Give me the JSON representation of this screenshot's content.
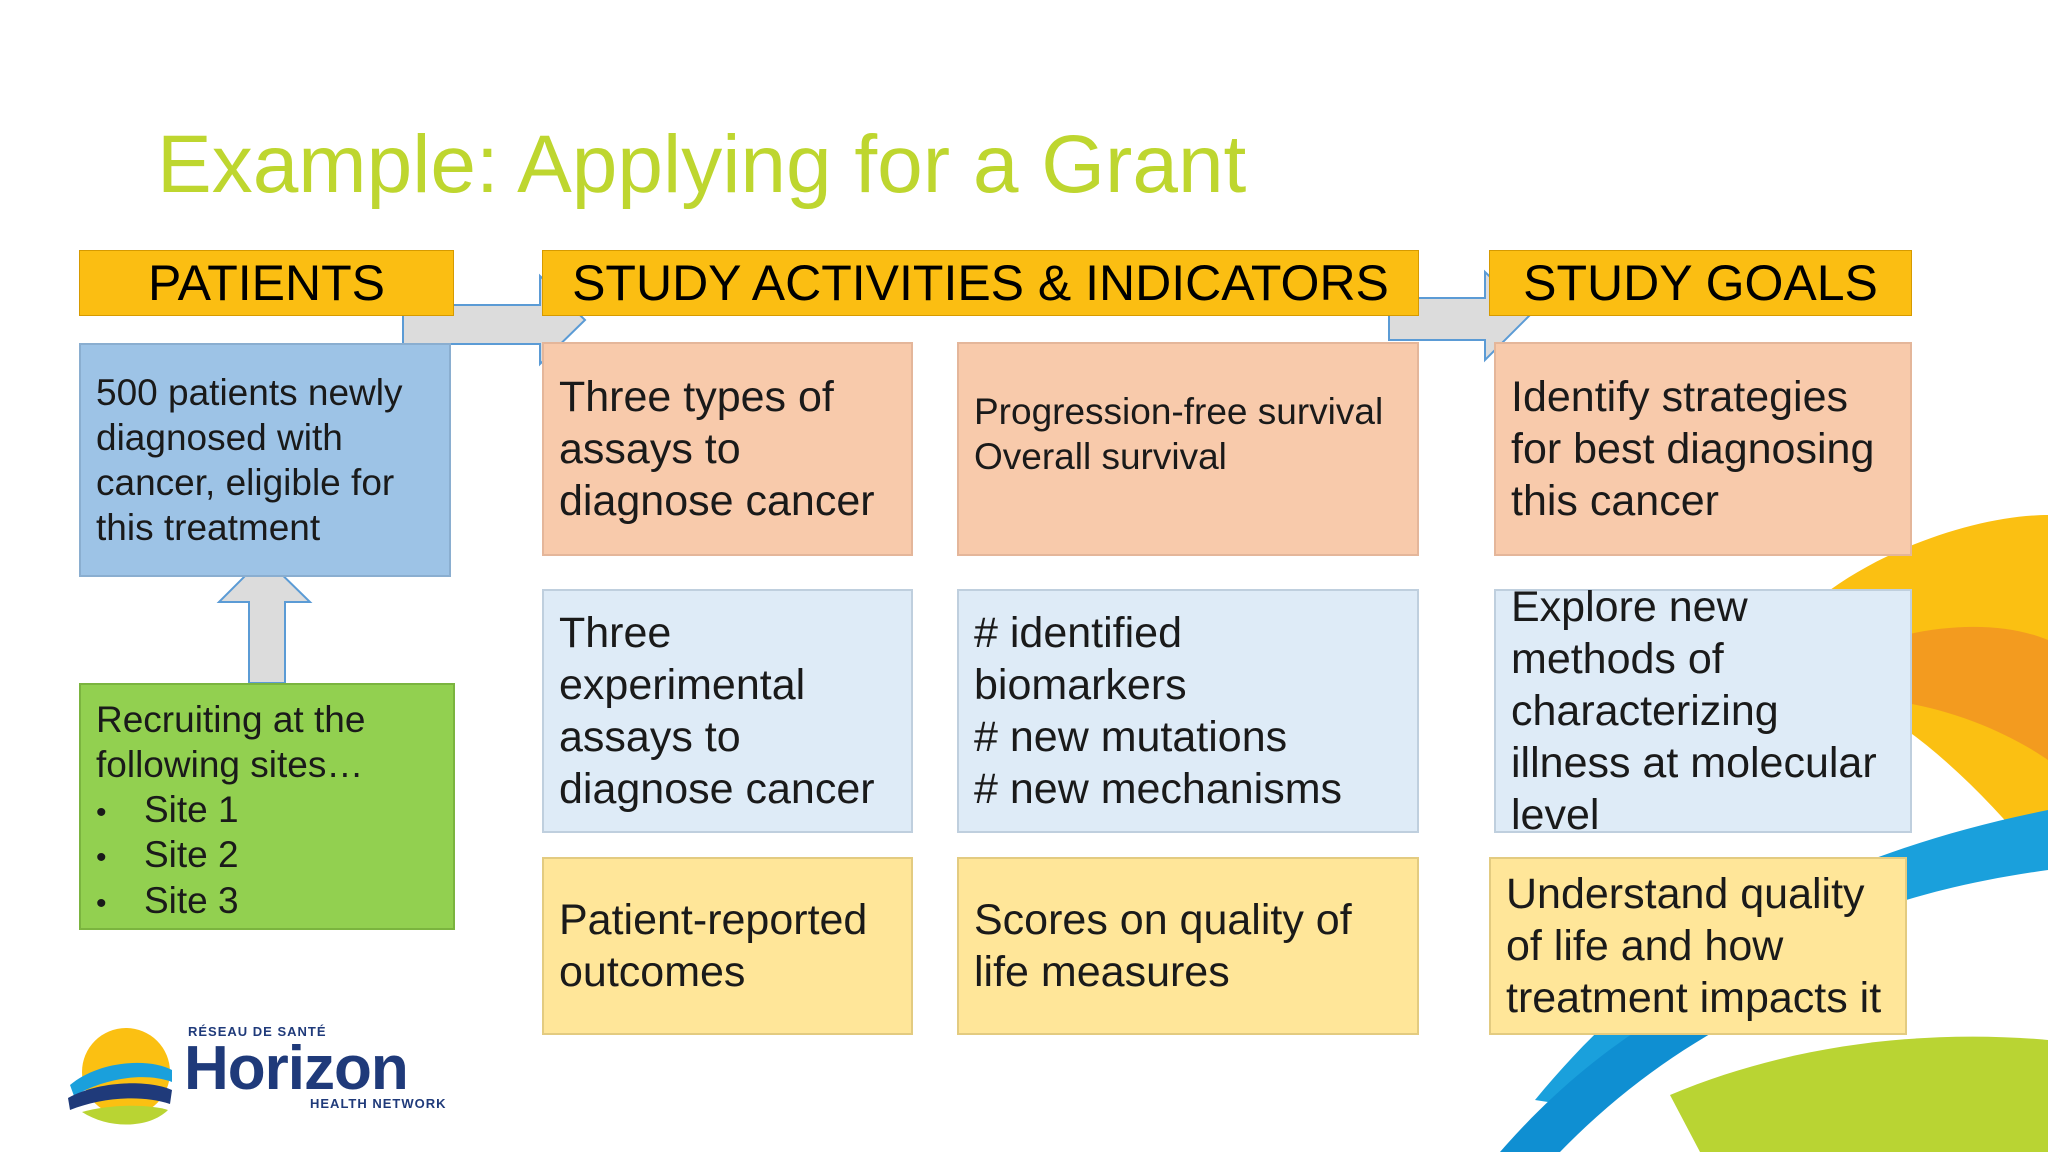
{
  "title": "Example: Applying for a Grant",
  "headers": {
    "patients": "PATIENTS",
    "activities": "STUDY ACTIVITIES & INDICATORS",
    "goals": "STUDY GOALS"
  },
  "patients": {
    "description": [
      "500 patients newly",
      "diagnosed with",
      "cancer, eligible for",
      "this treatment"
    ],
    "recruiting": [
      "Recruiting at the",
      "following sites…"
    ],
    "sites": [
      "Site 1",
      "Site 2",
      "Site 3"
    ],
    "bullet": "•"
  },
  "rows": [
    {
      "activity": [
        "Three types of",
        "assays to",
        "diagnose cancer"
      ],
      "indicator": [
        "Progression-free survival",
        "Overall survival"
      ],
      "goal": [
        "Identify strategies",
        "for best diagnosing",
        "this cancer"
      ]
    },
    {
      "activity": [
        "Three",
        "experimental",
        "assays to",
        "diagnose cancer"
      ],
      "indicator": [
        "# identified biomarkers",
        "# new mutations",
        "# new mechanisms"
      ],
      "goal": [
        "Explore new",
        "methods of",
        "characterizing",
        "illness at molecular",
        "level"
      ]
    },
    {
      "activity": [
        "Patient-reported",
        "outcomes"
      ],
      "indicator": [
        "Scores on quality of",
        "life measures"
      ],
      "goal": [
        "Understand quality",
        "of life and how",
        "treatment impacts it"
      ]
    }
  ],
  "logo": {
    "top": "RÉSEAU DE SANTÉ",
    "main": "Horizon",
    "bottom": "HEALTH NETWORK"
  },
  "colors": {
    "title": "#bed62f",
    "header": "#fbbe12",
    "peach": "#f8caab",
    "blue": "#9dc3e6",
    "lightblue": "#deebf7",
    "yellow": "#ffe699",
    "green": "#92d050",
    "arrow_fill": "#dcdcdc",
    "arrow_stroke": "#5b9bd5",
    "brand_navy": "#1f3a7a"
  }
}
